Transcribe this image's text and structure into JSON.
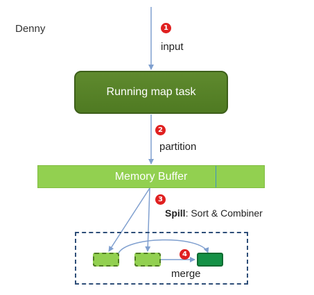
{
  "author": "Denny",
  "steps": [
    {
      "number": "1",
      "label": "input"
    },
    {
      "number": "2",
      "label": "partition"
    },
    {
      "number": "3",
      "label_bold": "Spill",
      "label_rest": ": Sort & Combiner"
    },
    {
      "number": "4",
      "label": "merge"
    }
  ],
  "map_task": {
    "label": "Running map task"
  },
  "memory_buffer": {
    "label": "Memory Buffer"
  },
  "colors": {
    "arrow": "#7f9fcf",
    "map_task_fill": "#5f8a2e",
    "buffer_fill": "#92d050",
    "spill_file_fill": "#92d050",
    "merged_file_fill": "#149146",
    "step_badge": "#e02020",
    "dashed_border": "#2e4e78"
  }
}
